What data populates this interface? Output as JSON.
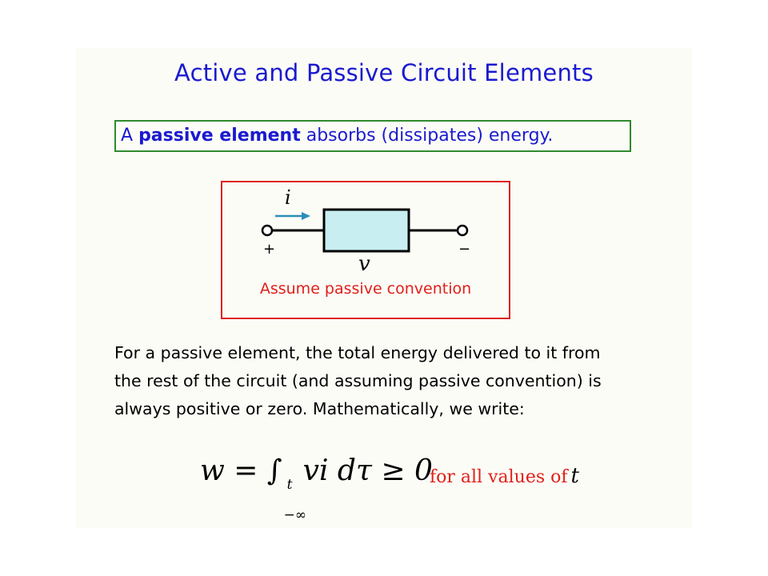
{
  "slide": {
    "title": "Active and Passive Circuit Elements",
    "definition": {
      "prefix": "A",
      "bold": "passive element",
      "rest": "absorbs (dissipates) energy."
    },
    "diagram": {
      "current_label": "i",
      "voltage_label": "v",
      "plus": "+",
      "minus": "−",
      "caption": "Assume passive convention"
    },
    "paragraph": [
      "For a passive element, the total energy delivered to it from",
      "the rest of the circuit (and assuming passive convention) is",
      "always positive or zero. Mathematically, we write:"
    ],
    "equation": {
      "lhs": "w =",
      "integral": "∫",
      "upper": "t",
      "lower": "−∞",
      "integrand": "vi dτ ≥ 0"
    },
    "note": {
      "text": "for all values of",
      "var": "t"
    }
  },
  "colors": {
    "title": "#1a1ad0",
    "definition_border": "#2f8a2f",
    "diagram_border": "#e02020",
    "element_fill": "#c8eef2",
    "arrow": "#2a8fb8",
    "caption": "#e0201a"
  }
}
